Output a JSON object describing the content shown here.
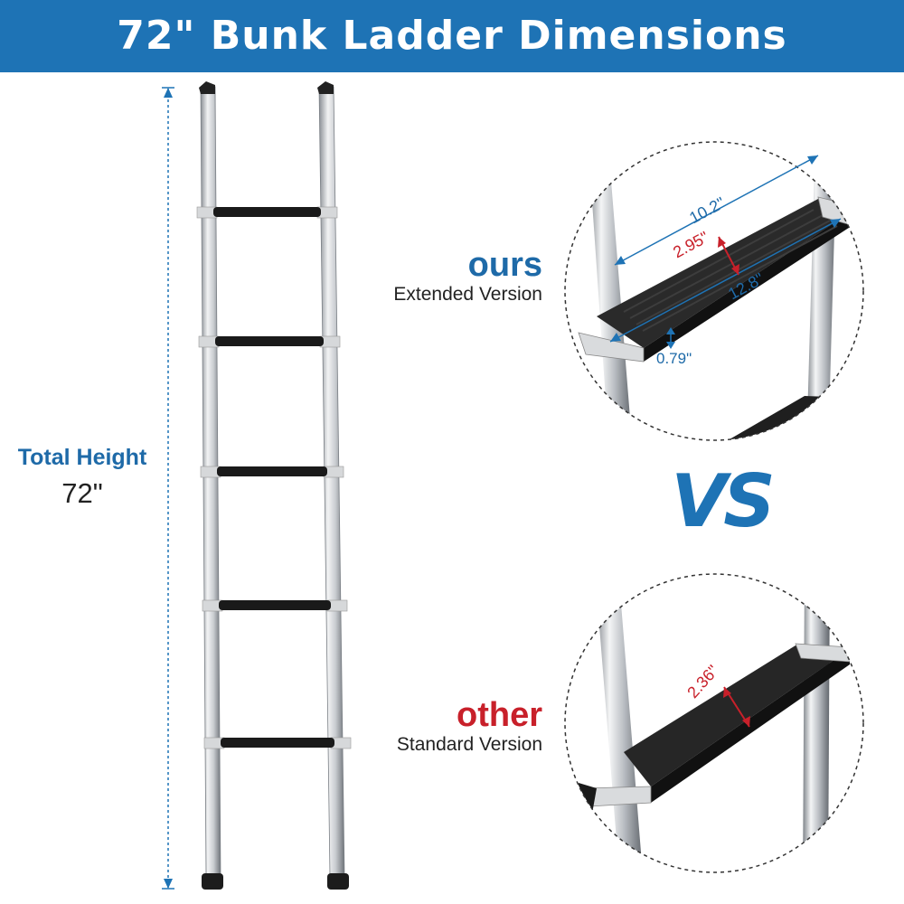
{
  "header": {
    "title": "72\" Bunk Ladder Dimensions"
  },
  "total_height": {
    "label": "Total Height",
    "value": "72\""
  },
  "comparison": {
    "ours": {
      "label": "ours",
      "sublabel": "Extended Version",
      "dimensions": {
        "width": "10.2\"",
        "depth": "2.95\"",
        "length": "12.8\"",
        "thickness": "0.79\""
      }
    },
    "vs_label": "VS",
    "other": {
      "label": "other",
      "sublabel": "Standard Version",
      "dimensions": {
        "depth": "2.36\""
      }
    }
  },
  "colors": {
    "header_bg": "#1e73b5",
    "accent_blue": "#1e6aa8",
    "accent_red": "#c8202a",
    "rung": "#1a1a1a",
    "rail": "#c9ccd0"
  },
  "ladder": {
    "rung_count": 5
  }
}
